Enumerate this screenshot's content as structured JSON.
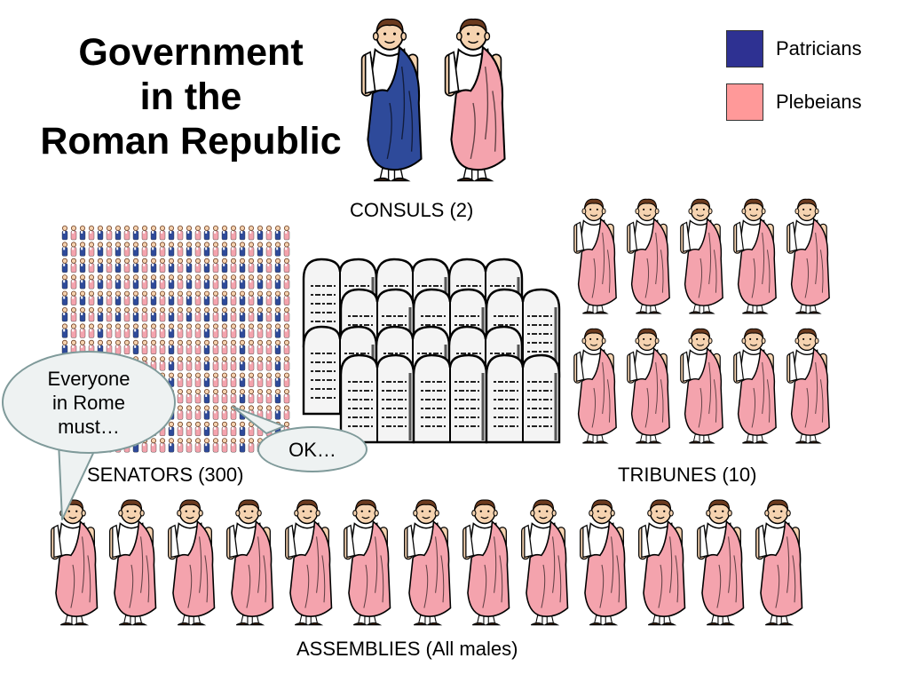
{
  "title": {
    "line1": "Government",
    "line2": "in the",
    "line3": "Roman Republic"
  },
  "legend": [
    {
      "label": "Patricians",
      "color": "#2e3192"
    },
    {
      "label": "Plebeians",
      "color": "#ff9999"
    }
  ],
  "groups": {
    "consuls": {
      "label": "CONSULS (2)"
    },
    "senators": {
      "label": "SENATORS (300)"
    },
    "tribunes": {
      "label": "TRIBUNES (10)"
    },
    "assemblies": {
      "label": "ASSEMBLIES (All males)"
    }
  },
  "speech": {
    "everyone": "Everyone\nin Rome\nmust…",
    "ok": "OK…"
  },
  "colors": {
    "patrician_toga": "#2e4a9a",
    "plebeian_toga": "#f4a3ad",
    "hair": "#6b3a1e",
    "skin": "#f6d3b0",
    "bubble_fill": "#eef2f2",
    "bubble_stroke": "#7f9a9a"
  },
  "icons": {
    "tablet": "stone-tablet-icon",
    "person": "roman-citizen-icon"
  }
}
